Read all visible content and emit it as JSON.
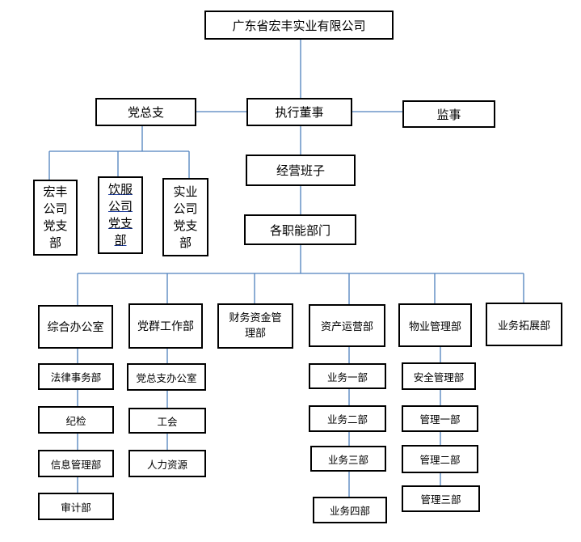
{
  "company": "广东省宏丰实业有限公司",
  "executive_director": "执行董事",
  "party_branch": "党总支",
  "supervisor": "监事",
  "management_team": "经营班子",
  "departments_hub": "各职能部门",
  "party_sub_branches": [
    "宏丰公司党支部",
    "饮服公司党支部",
    "实业公司党支部"
  ],
  "departments": {
    "office": {
      "label": "综合办公室",
      "children": [
        "法律事务部",
        "纪检",
        "信息管理部",
        "审计部"
      ]
    },
    "party_work": {
      "label": "党群工作部",
      "children": [
        "党总支办公室",
        "工会",
        "人力资源"
      ]
    },
    "finance": {
      "label": "财务资金管理部"
    },
    "asset_ops": {
      "label": "资产运营部",
      "children": [
        "业务一部",
        "业务二部",
        "业务三部",
        "业务四部"
      ]
    },
    "property": {
      "label": "物业管理部",
      "children": [
        "安全管理部",
        "管理一部",
        "管理二部",
        "管理三部"
      ]
    },
    "business_dev": {
      "label": "业务拓展部"
    }
  },
  "colors": {
    "connector": "#4f81bd",
    "border": "#000000",
    "link_underline": "#1f3f9f"
  }
}
